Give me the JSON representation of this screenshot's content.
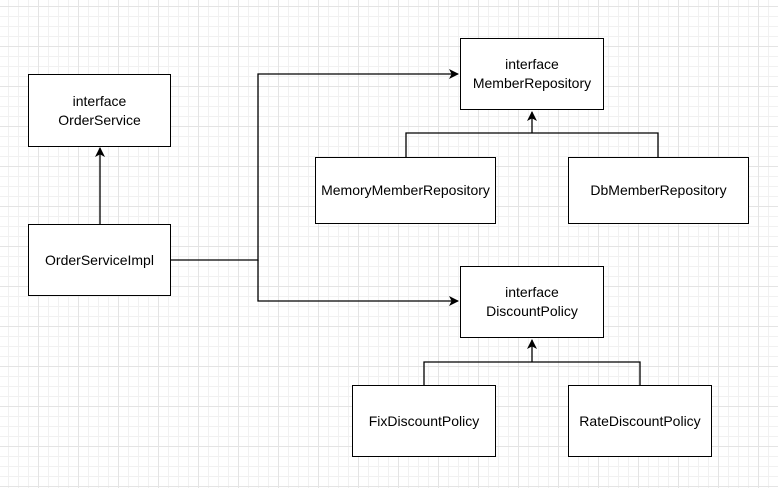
{
  "nodes": {
    "order_service": {
      "stereotype": "interface",
      "name": "OrderService"
    },
    "order_service_impl": {
      "name": "OrderServiceImpl"
    },
    "member_repository": {
      "stereotype": "interface",
      "name": "MemberRepository"
    },
    "memory_member_repository": {
      "name": "MemoryMemberRepository"
    },
    "db_member_repository": {
      "name": "DbMemberRepository"
    },
    "discount_policy": {
      "stereotype": "interface",
      "name": "DiscountPolicy"
    },
    "fix_discount_policy": {
      "name": "FixDiscountPolicy"
    },
    "rate_discount_policy": {
      "name": "RateDiscountPolicy"
    }
  },
  "edges": [
    {
      "from": "OrderServiceImpl",
      "to": "OrderService"
    },
    {
      "from": "OrderServiceImpl",
      "to": "MemberRepository"
    },
    {
      "from": "OrderServiceImpl",
      "to": "DiscountPolicy"
    },
    {
      "from": "MemoryMemberRepository",
      "to": "MemberRepository"
    },
    {
      "from": "DbMemberRepository",
      "to": "MemberRepository"
    },
    {
      "from": "FixDiscountPolicy",
      "to": "DiscountPolicy"
    },
    {
      "from": "RateDiscountPolicy",
      "to": "DiscountPolicy"
    }
  ],
  "colors": {
    "stroke": "#000000",
    "node_fill": "#ffffff",
    "grid_line": "#e4e4e4",
    "background": "#ffffff"
  }
}
